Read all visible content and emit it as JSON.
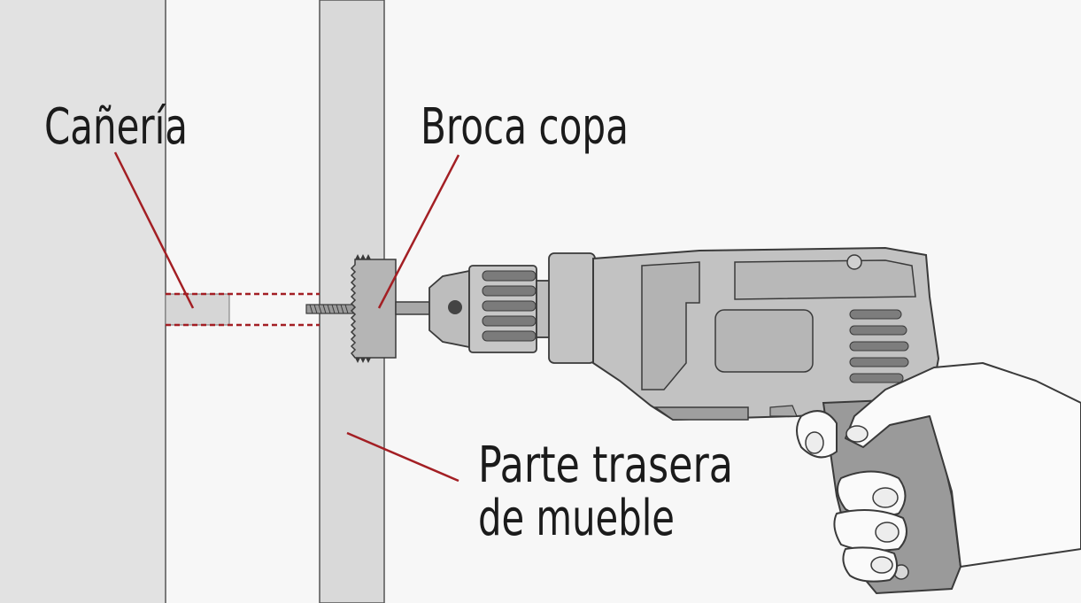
{
  "labels": {
    "pipe": "Cañería",
    "hole_saw": "Broca copa",
    "back_panel_line1": "Parte trasera",
    "back_panel_line2": "de mueble"
  },
  "colors": {
    "background": "#f7f7f7",
    "wall_left": "#e2e2e2",
    "panel": "#d9d9d9",
    "drill_body": "#bdbdbd",
    "drill_dark": "#8f8f8f",
    "leader_line": "#a31f24",
    "outline": "#3a3a3a",
    "hand": "#fafafa"
  }
}
